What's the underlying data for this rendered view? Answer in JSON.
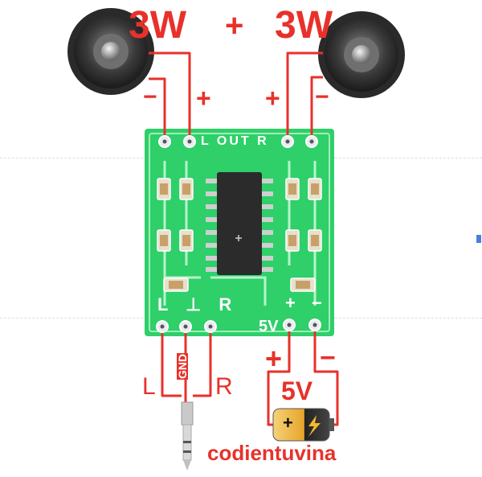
{
  "header": {
    "left_power": "3W",
    "plus_sign": "+",
    "right_power": "3W"
  },
  "speaker_polarity": {
    "left_minus": "−",
    "left_plus": "+",
    "right_plus": "+",
    "right_minus": "−"
  },
  "board": {
    "out_label": "L OUT R",
    "input_label": "L ⊥ R",
    "supply_label": "5V",
    "supply_plus": "+",
    "supply_minus": "−"
  },
  "audio_input": {
    "left": "L",
    "ground": "GND",
    "right": "R"
  },
  "power_input": {
    "plus": "+",
    "minus": "−",
    "voltage": "5V",
    "battery_plus": "+"
  },
  "watermark": "codientuvina",
  "colors": {
    "wire": "#e8312b",
    "board": "#2fcf6a",
    "chip": "#2b2b2b",
    "text_red": "#e8312b"
  }
}
